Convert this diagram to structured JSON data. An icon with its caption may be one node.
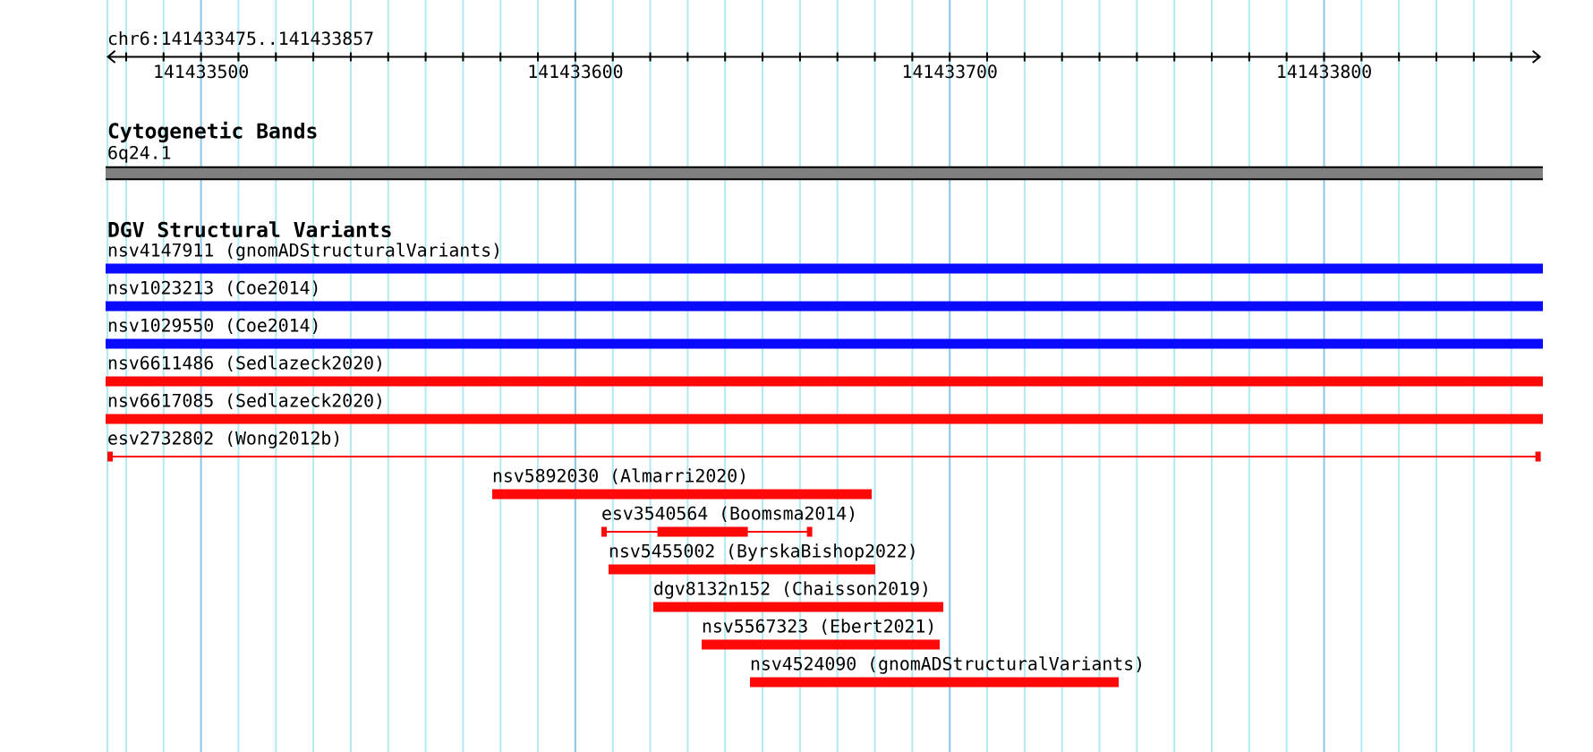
{
  "diagram": {
    "title": "chr6:141433475..141433857",
    "nodes": [
      {
        "text": [
          "6q24.1"
        ]
      },
      {
        "text": [
          "nsv4147911 (gnomADStructuralVariants)"
        ]
      },
      {
        "text": [
          "nsv1023213 (Coe2014)"
        ]
      },
      {
        "text": [
          "nsv1029550 (Coe2014)"
        ]
      },
      {
        "text": [
          "nsv6611486 (Sedlazeck2020)"
        ]
      },
      {
        "text": [
          "nsv6617085 (Sedlazeck2020)"
        ]
      },
      {
        "text": [
          "esv2732802 (Wong2012b)"
        ]
      },
      {
        "text": [
          "nsv5892030 (Almarri2020)"
        ]
      },
      {
        "text": [
          "esv3540564 (Boomsma2014)"
        ]
      },
      {
        "text": [
          "nsv5455002 (ByrskaBishop2022)"
        ]
      },
      {
        "text": [
          "dgv8132n152 (Chaisson2019)"
        ]
      },
      {
        "text": [
          "nsv5567323 (Ebert2021)"
        ]
      },
      {
        "text": [
          "nsv4524090 (gnomADStructuralVariants)"
        ]
      }
    ],
    "labels": [
      "141433500",
      "141433600",
      "141433700",
      "141433800",
      "Cytogenetic Bands",
      "DGV Structural Variants"
    ]
  }
}
